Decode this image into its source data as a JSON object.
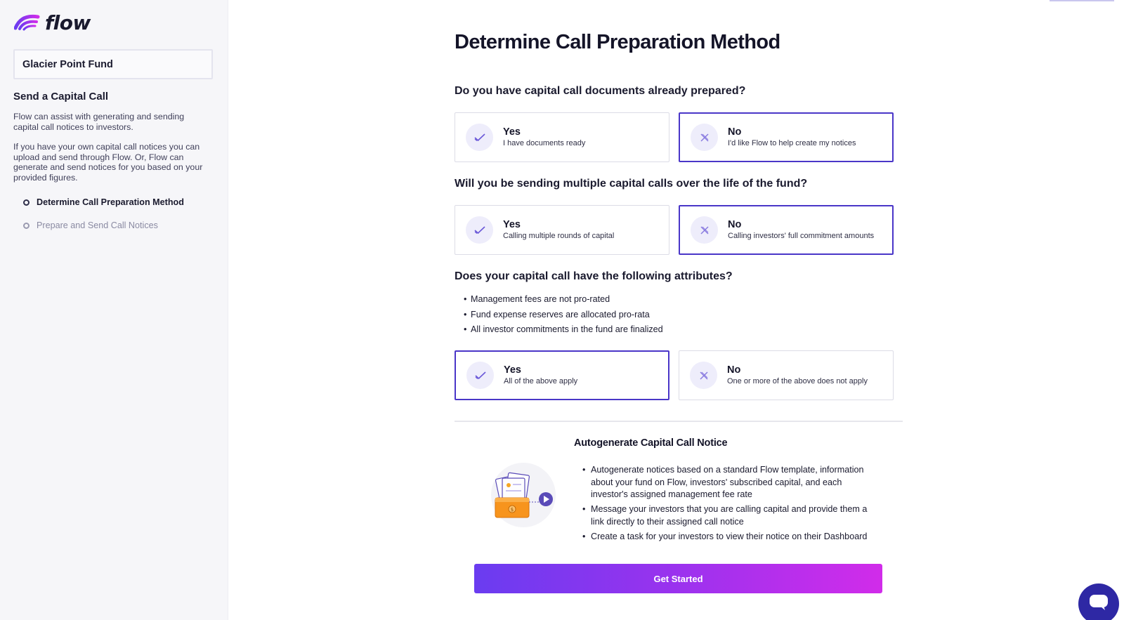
{
  "brand": {
    "name": "flow",
    "accent": "#4a36c8",
    "logo_colors": [
      "#6a3cf0",
      "#d12cea"
    ]
  },
  "sidebar": {
    "fund_name": "Glacier Point Fund",
    "heading": "Send a Capital Call",
    "paragraphs": [
      "Flow can assist with generating and sending capital call notices to investors.",
      "If you have your own capital call notices you can upload and send through Flow. Or, Flow can generate and send notices for you based on your provided figures."
    ],
    "steps": [
      {
        "label": "Determine Call Preparation Method",
        "state": "active"
      },
      {
        "label": "Prepare and Send Call Notices",
        "state": "inactive"
      }
    ]
  },
  "main": {
    "title": "Determine Call Preparation Method",
    "questions": [
      {
        "text": "Do you have capital call documents already prepared?",
        "options": [
          {
            "title": "Yes",
            "subtitle": "I have documents ready",
            "icon": "check-icon",
            "selected": false
          },
          {
            "title": "No",
            "subtitle": "I'd like Flow to help create my notices",
            "icon": "x-icon",
            "selected": true
          }
        ]
      },
      {
        "text": "Will you be sending multiple capital calls over the life of the fund?",
        "options": [
          {
            "title": "Yes",
            "subtitle": "Calling multiple rounds of capital",
            "icon": "check-icon",
            "selected": false
          },
          {
            "title": "No",
            "subtitle": "Calling investors' full commitment amounts",
            "icon": "x-icon",
            "selected": true
          }
        ]
      },
      {
        "text": "Does your capital call have the following attributes?",
        "attributes": [
          "Management fees are not pro-rated",
          "Fund expense reserves are allocated pro-rata",
          "All investor commitments in the fund are finalized"
        ],
        "options": [
          {
            "title": "Yes",
            "subtitle": "All of the above apply",
            "icon": "check-icon",
            "selected": true
          },
          {
            "title": "No",
            "subtitle": "One or more of the above does not apply",
            "icon": "x-icon",
            "selected": false
          }
        ]
      }
    ],
    "autogenerate": {
      "title": "Autogenerate Capital Call Notice",
      "bullets": [
        "Autogenerate notices based on a standard Flow template, information about your fund on Flow, investors' subscribed capital, and each investor's assigned management fee rate",
        "Message your investors that you are calling capital and provide them a link directly to their assigned call notice",
        "Create a task for your investors to view their notice on their Dashboard"
      ]
    },
    "cta_label": "Get Started"
  },
  "chat_widget": {
    "icon": "chat-bubble-icon"
  }
}
